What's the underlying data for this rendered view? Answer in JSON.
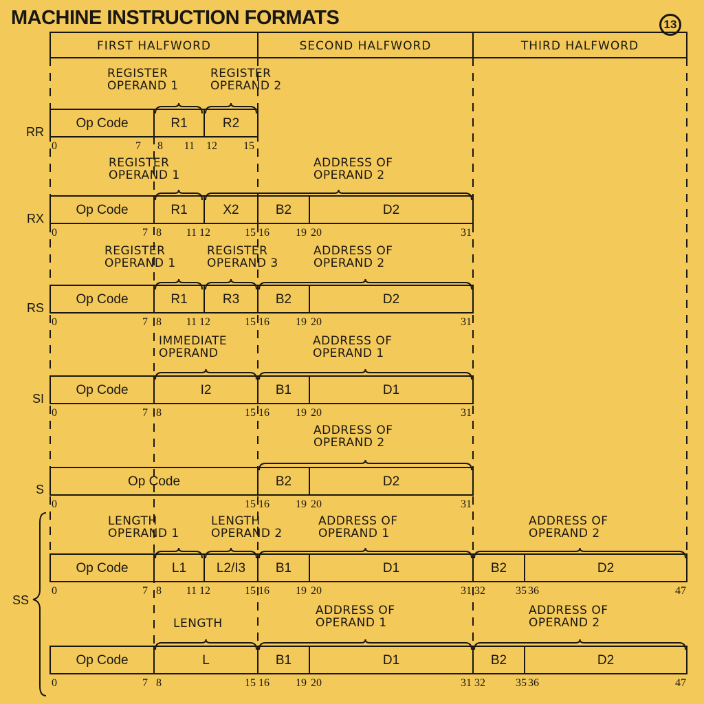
{
  "title": "MACHINE INSTRUCTION FORMATS",
  "page_number": "13",
  "halfwords": [
    "FIRST HALFWORD",
    "SECOND HALFWORD",
    "THIRD HALFWORD"
  ],
  "ss_label": "SS",
  "formats": [
    {
      "name": "RR",
      "labels": [
        [
          "REGISTER",
          "OPERAND 1"
        ],
        [
          "REGISTER",
          "OPERAND 2"
        ]
      ],
      "fields": [
        "Op Code",
        "R1",
        "R2"
      ],
      "bits": [
        "0",
        "7",
        "8",
        "11",
        "12",
        "15"
      ]
    },
    {
      "name": "RX",
      "labels": [
        [
          "REGISTER",
          "OPERAND 1"
        ],
        [
          "ADDRESS OF",
          "OPERAND 2"
        ]
      ],
      "fields": [
        "Op Code",
        "R1",
        "X2",
        "B2",
        "D2"
      ],
      "bits": [
        "0",
        "7",
        "8",
        "11",
        "12",
        "15",
        "16",
        "19",
        "20",
        "31"
      ]
    },
    {
      "name": "RS",
      "labels": [
        [
          "REGISTER",
          "OPERAND 1"
        ],
        [
          "REGISTER",
          "OPERAND 3"
        ],
        [
          "ADDRESS OF",
          "OPERAND 2"
        ]
      ],
      "fields": [
        "Op Code",
        "R1",
        "R3",
        "B2",
        "D2"
      ],
      "bits": [
        "0",
        "7",
        "8",
        "11",
        "12",
        "15",
        "16",
        "19",
        "20",
        "31"
      ]
    },
    {
      "name": "SI",
      "labels": [
        [
          "IMMEDIATE",
          "OPERAND"
        ],
        [
          "ADDRESS OF",
          "OPERAND 1"
        ]
      ],
      "fields": [
        "Op Code",
        "I2",
        "B1",
        "D1"
      ],
      "bits": [
        "0",
        "7",
        "8",
        "15",
        "16",
        "19",
        "20",
        "31"
      ]
    },
    {
      "name": "S",
      "labels": [
        [
          "ADDRESS OF",
          "OPERAND 2"
        ]
      ],
      "fields": [
        "Op Code",
        "B2",
        "D2"
      ],
      "bits": [
        "0",
        "15",
        "16",
        "19",
        "20",
        "31"
      ]
    },
    {
      "name": "",
      "labels": [
        [
          "LENGTH",
          "OPERAND 1"
        ],
        [
          "LENGTH",
          "OPERAND 2"
        ],
        [
          "ADDRESS OF",
          "OPERAND 1"
        ],
        [
          "ADDRESS OF",
          "OPERAND 2"
        ]
      ],
      "fields": [
        "Op Code",
        "L1",
        "L2/I3",
        "B1",
        "D1",
        "B2",
        "D2"
      ],
      "bits": [
        "0",
        "7",
        "8",
        "11",
        "12",
        "15",
        "16",
        "19",
        "20",
        "31",
        "32",
        "35",
        "36",
        "47"
      ]
    },
    {
      "name": "",
      "labels": [
        [
          "LENGTH"
        ],
        [
          "ADDRESS OF",
          "OPERAND 1"
        ],
        [
          "ADDRESS OF",
          "OPERAND 2"
        ]
      ],
      "fields": [
        "Op Code",
        "L",
        "B1",
        "D1",
        "B2",
        "D2"
      ],
      "bits": [
        "0",
        "7",
        "8",
        "15",
        "16",
        "19",
        "20",
        "31",
        "32",
        "35",
        "36",
        "47"
      ]
    }
  ]
}
